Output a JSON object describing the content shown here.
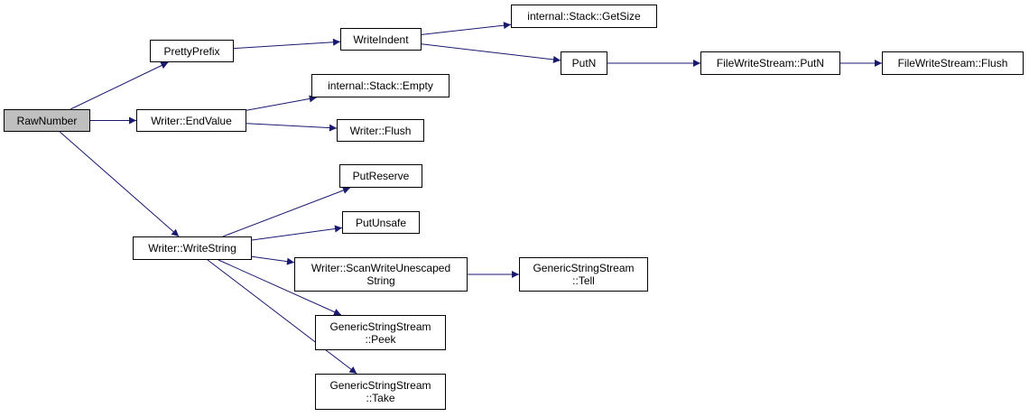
{
  "colors": {
    "edge": "#191970",
    "border": "#000000",
    "root_fill": "#bfbfbf",
    "node_fill": "#ffffff"
  },
  "nodes": {
    "raw_number": {
      "lines": [
        "RawNumber"
      ]
    },
    "pretty_prefix": {
      "lines": [
        "PrettyPrefix"
      ]
    },
    "writer_end_value": {
      "lines": [
        "Writer::EndValue"
      ]
    },
    "writer_write_string": {
      "lines": [
        "Writer::WriteString"
      ]
    },
    "write_indent": {
      "lines": [
        "WriteIndent"
      ]
    },
    "stack_get_size": {
      "lines": [
        "internal::Stack::GetSize"
      ]
    },
    "put_n": {
      "lines": [
        "PutN"
      ]
    },
    "fws_put_n": {
      "lines": [
        "FileWriteStream::PutN"
      ]
    },
    "fws_flush": {
      "lines": [
        "FileWriteStream::Flush"
      ]
    },
    "stack_empty": {
      "lines": [
        "internal::Stack::Empty"
      ]
    },
    "writer_flush": {
      "lines": [
        "Writer::Flush"
      ]
    },
    "put_reserve": {
      "lines": [
        "PutReserve"
      ]
    },
    "put_unsafe": {
      "lines": [
        "PutUnsafe"
      ]
    },
    "scan_write": {
      "lines": [
        "Writer::ScanWriteUnescaped",
        "String"
      ]
    },
    "gss_tell": {
      "lines": [
        "GenericStringStream",
        "::Tell"
      ]
    },
    "gss_peek": {
      "lines": [
        "GenericStringStream",
        "::Peek"
      ]
    },
    "gss_take": {
      "lines": [
        "GenericStringStream",
        "::Take"
      ]
    }
  },
  "edges": [
    [
      "raw_number",
      "pretty_prefix"
    ],
    [
      "raw_number",
      "writer_end_value"
    ],
    [
      "raw_number",
      "writer_write_string"
    ],
    [
      "pretty_prefix",
      "write_indent"
    ],
    [
      "write_indent",
      "stack_get_size"
    ],
    [
      "write_indent",
      "put_n"
    ],
    [
      "put_n",
      "fws_put_n"
    ],
    [
      "fws_put_n",
      "fws_flush"
    ],
    [
      "writer_end_value",
      "stack_empty"
    ],
    [
      "writer_end_value",
      "writer_flush"
    ],
    [
      "writer_write_string",
      "put_reserve"
    ],
    [
      "writer_write_string",
      "put_unsafe"
    ],
    [
      "writer_write_string",
      "scan_write"
    ],
    [
      "writer_write_string",
      "gss_peek"
    ],
    [
      "writer_write_string",
      "gss_take"
    ],
    [
      "scan_write",
      "gss_tell"
    ]
  ]
}
